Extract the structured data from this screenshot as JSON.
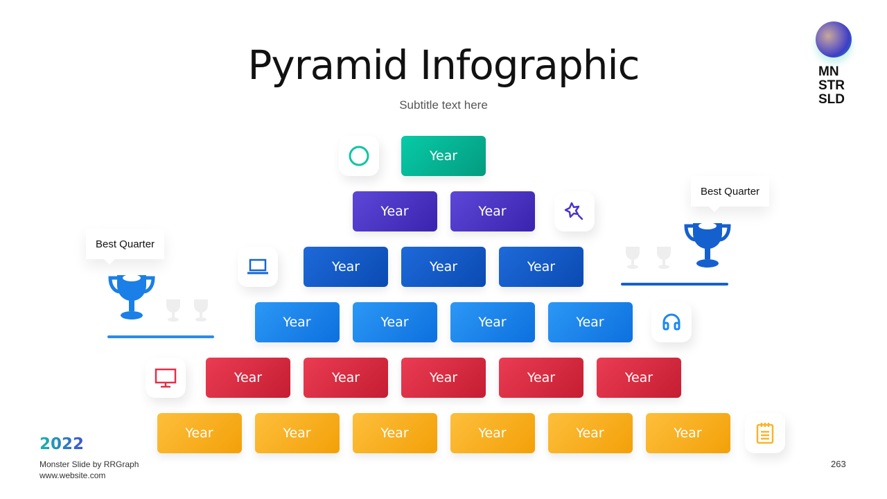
{
  "title": "Pyramid Infographic",
  "subtitle": "Subtitle text here",
  "logo": {
    "lines": [
      "MN",
      "STR",
      "SLD"
    ]
  },
  "pyramid": {
    "rows": [
      {
        "color": [
          "#07cba7",
          "#049b80"
        ],
        "labels": [
          "Year"
        ]
      },
      {
        "color": [
          "#5c47d8",
          "#3a23ad"
        ],
        "labels": [
          "Year",
          "Year"
        ]
      },
      {
        "color": [
          "#1d6ad9",
          "#0b4ab2"
        ],
        "labels": [
          "Year",
          "Year",
          "Year"
        ]
      },
      {
        "color": [
          "#2c98f6",
          "#0d70de"
        ],
        "labels": [
          "Year",
          "Year",
          "Year",
          "Year"
        ]
      },
      {
        "color": [
          "#ea3c52",
          "#c51d33"
        ],
        "labels": [
          "Year",
          "Year",
          "Year",
          "Year",
          "Year"
        ]
      },
      {
        "color": [
          "#fdbf3c",
          "#f3a008"
        ],
        "labels": [
          "Year",
          "Year",
          "Year",
          "Year",
          "Year",
          "Year"
        ]
      }
    ]
  },
  "icons": [
    "pie-chart-icon",
    "magic-wand-icon",
    "laptop-icon",
    "headset-icon",
    "monitor-icon",
    "notepad-icon"
  ],
  "callouts": {
    "left": "Best Quarter",
    "right": "Best Quarter"
  },
  "footer": {
    "year": "2022",
    "brand": "Monster Slide  by RRGraph",
    "website": "www.website.com",
    "page": "263"
  }
}
